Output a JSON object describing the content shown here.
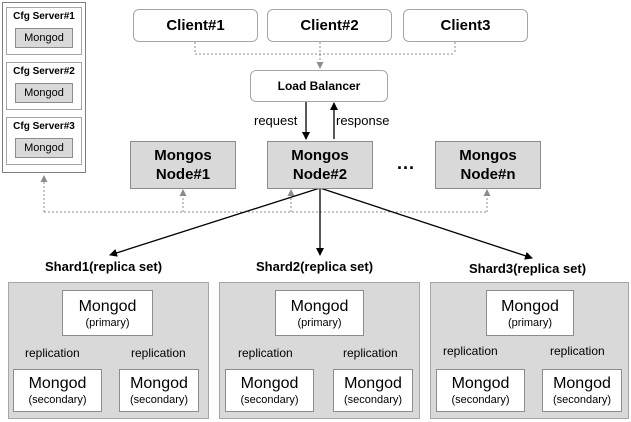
{
  "clients": [
    "Client#1",
    "Client#2",
    "Client3"
  ],
  "load_balancer": "Load Balancer",
  "request_label": "request",
  "response_label": "response",
  "mongos": [
    {
      "line1": "Mongos",
      "line2": "Node#1"
    },
    {
      "line1": "Mongos",
      "line2": "Node#2"
    },
    {
      "line1": "Mongos",
      "line2": "Node#n"
    }
  ],
  "ellipsis": "...",
  "config_servers": [
    {
      "title": "Cfg Server#1",
      "mongod": "Mongod"
    },
    {
      "title": "Cfg Server#2",
      "mongod": "Mongod"
    },
    {
      "title": "Cfg Server#3",
      "mongod": "Mongod"
    }
  ],
  "shards": [
    {
      "title": "Shard1(replica set)",
      "primary": {
        "name": "Mongod",
        "role": "(primary)"
      },
      "replication_left": "replication",
      "replication_right": "replication",
      "secondaries": [
        {
          "name": "Mongod",
          "role": "(secondary)"
        },
        {
          "name": "Mongod",
          "role": "(secondary)"
        }
      ]
    },
    {
      "title": "Shard2(replica set)",
      "primary": {
        "name": "Mongod",
        "role": "(primary)"
      },
      "replication_left": "replication",
      "replication_right": "replication",
      "secondaries": [
        {
          "name": "Mongod",
          "role": "(secondary)"
        },
        {
          "name": "Mongod",
          "role": "(secondary)"
        }
      ]
    },
    {
      "title": "Shard3(replica set)",
      "primary": {
        "name": "Mongod",
        "role": "(primary)"
      },
      "replication_left": "replication",
      "replication_right": "replication",
      "secondaries": [
        {
          "name": "Mongod",
          "role": "(secondary)"
        },
        {
          "name": "Mongod",
          "role": "(secondary)"
        }
      ]
    }
  ]
}
